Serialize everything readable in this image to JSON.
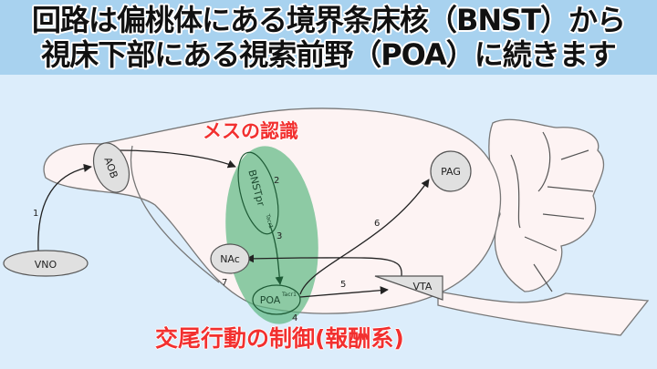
{
  "title": {
    "line1": "回路は偏桃体にある境界条床核（BNST）から",
    "line2": "視床下部にある視索前野（POA）に続きます"
  },
  "annotations": {
    "top": "メスの認識",
    "bottom": "交尾行動の制御(報酬系)"
  },
  "nodes": {
    "vno": "VNO",
    "aob": "AOB",
    "bnst": "BNSTpr",
    "bnst_sup": "Tacr1",
    "nac": "NAc",
    "poa": "POA",
    "poa_sup": "Tacr1",
    "vta": "VTA",
    "pag": "PAG"
  },
  "edge_labels": {
    "e1": "1",
    "e2": "2",
    "e3": "3",
    "e4": "4",
    "e5": "5",
    "e6": "6",
    "e7": "7"
  },
  "colors": {
    "annotation": "#f2302f",
    "highlight": "#5cb882",
    "node": "#e0e0e0",
    "brain": "#fdf3f3"
  }
}
